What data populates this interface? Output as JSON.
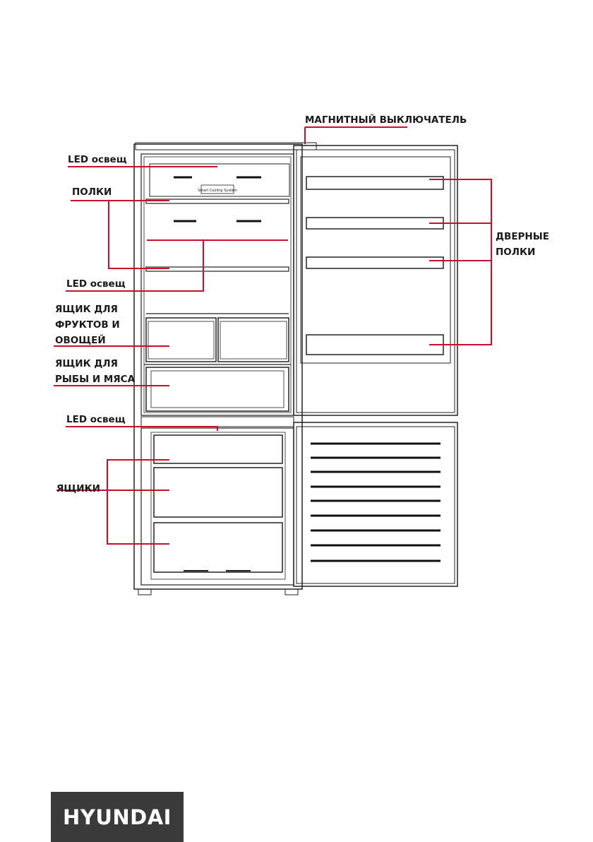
{
  "labels": {
    "magnetic_switch": "МАГНИТНЫЙ ВЫКЛЮЧАТЕЛЬ",
    "led_top": "LED освещ",
    "shelves": "ПОЛКИ",
    "led_mid": "LED освещ",
    "fruit_drawer": "ЯЩИК ДЛЯ\nФРУКТОВ И\nОВОЩЕЙ",
    "fish_drawer": "ЯЩИК ДЛЯ\nРЫБЫ И МЯСА",
    "led_bottom": "LED освещ",
    "drawers": "ЯЩИКИ",
    "door_shelves": "ДВЕРНЫЕ\nПОЛКИ"
  },
  "panel_text": "Smart Cooling System",
  "logo": {
    "text": "HYUNDAI"
  },
  "colors": {
    "callout": "#c8102e",
    "outline": "#222222",
    "logo_bg": "#3a3a3a"
  }
}
